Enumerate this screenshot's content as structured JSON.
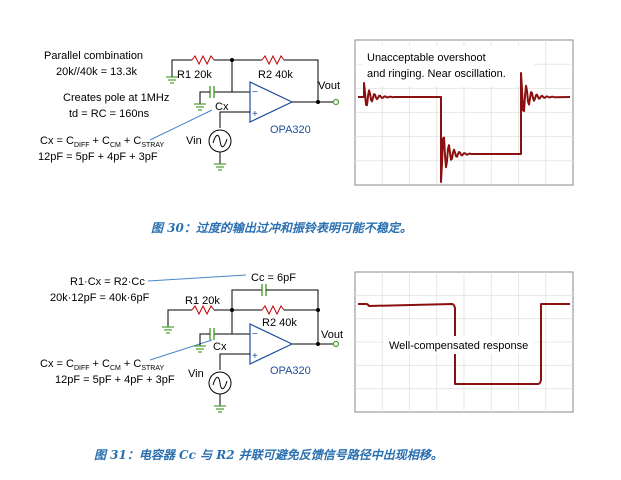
{
  "figure1": {
    "note_parallel": "Parallel combination",
    "note_parallel_value": "20k//40k = 13.3k",
    "note_pole": "Creates pole at 1MHz",
    "note_td": "td = RC = 160ns",
    "eq_cx": [
      "Cx = C",
      "DIFF",
      " + C",
      "CM",
      " + C",
      "STRAY"
    ],
    "eq_values": "12pF = 5pF + 4pF + 3pF",
    "r1_label": "R1  20k",
    "r2_label": "R2  40k",
    "cx_label": "Cx",
    "vout_label": "Vout",
    "vin_label": "Vin",
    "opamp_label": "OPA320",
    "scope_note_line1": "Unacceptable overshoot",
    "scope_note_line2": "and ringing. Near oscillation.",
    "caption": "图 30：过度的输出过冲和振铃表明可能不稳定。"
  },
  "figure2": {
    "eq_balance": "R1·Cx = R2·Cc",
    "eq_balance_values": "20k·12pF = 40k·6pF",
    "cc_label": "Cc = 6pF",
    "r1_label": "R1  20k",
    "r2_label": "R2  40k",
    "cx_label": "Cx",
    "vout_label": "Vout",
    "vin_label": "Vin",
    "opamp_label": "OPA320",
    "eq_cx": [
      "Cx = C",
      "DIFF",
      " + C",
      "CM",
      " + C",
      "STRAY"
    ],
    "eq_values": "12pF = 5pF + 4pF + 3pF",
    "scope_note": "Well-compensated response",
    "caption": "图 31：电容器 Cc 与 R2 并联可避免反馈信号路径中出现相移。"
  },
  "colors": {
    "resistor": "#c00000",
    "ground_and_caps": "#4aa02c",
    "opamp": "#1f4e9c",
    "trace": "#8b1010",
    "caption": "#2a6fb0"
  }
}
